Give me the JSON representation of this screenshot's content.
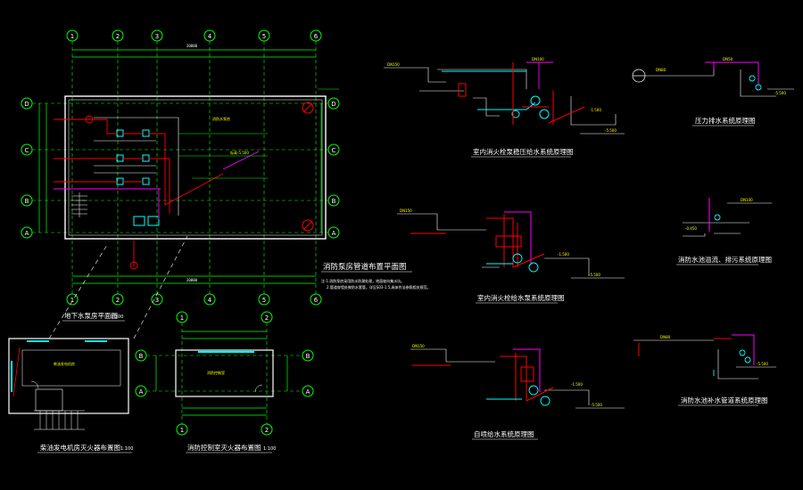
{
  "colors": {
    "background": "#000000",
    "frame": "#ffffff",
    "axis": "#00ff00",
    "pipe_red": "#ff0000",
    "pipe_cyan": "#00ffff",
    "pipe_magenta": "#ff00ff",
    "text_yellow": "#ffff00"
  },
  "plan_main": {
    "caption": "消防泵房管道布置平面图",
    "note_line1": "注:1.消防泵房采用防水防潮处理，地面坡向集水坑。",
    "note_line2": "2.管道穿墙处做防水套管，详见S03-1.5,具体作法参照相关规范。",
    "sub_caption": "地下水泵房平面图",
    "sub_scale": "1:100",
    "pump_room_label": "消防水泵房",
    "level_label": "标高-5.500",
    "axis_cols": [
      "1",
      "2",
      "3",
      "4",
      "5",
      "6"
    ],
    "axis_rows": [
      "D",
      "C",
      "B",
      "A"
    ],
    "dim_top_total": "20000",
    "dim_bottom_total": "20000"
  },
  "plan_generator": {
    "caption": "柴油发电机房灭火器布置图",
    "scale": "1:100",
    "room_label": "柴油发电机房"
  },
  "plan_control": {
    "caption": "消防控制室灭火器布置图",
    "scale": "1:100",
    "room_label": "消防控制室",
    "axis_cols": [
      "1",
      "2"
    ],
    "axis_rows": [
      "B",
      "A"
    ]
  },
  "diagrams": {
    "d1_caption": "室内消火栓泵稳压给水系统原理图",
    "d2_caption": "压力排水系统原理图",
    "d3_caption": "室内消火栓给水泵系统原理图",
    "d4_caption": "消防水池溢流、排污系统原理图",
    "d5_caption": "自喷给水系统原理图",
    "d6_caption": "消防水池补水管道系统原理图",
    "elev_a": "-1.500",
    "elev_b": "-5.500",
    "elev_c": "-0.450",
    "pipe_dn150": "DN150",
    "pipe_dn100": "DN100",
    "pipe_dn80": "DN80",
    "pipe_dn50": "DN50"
  }
}
